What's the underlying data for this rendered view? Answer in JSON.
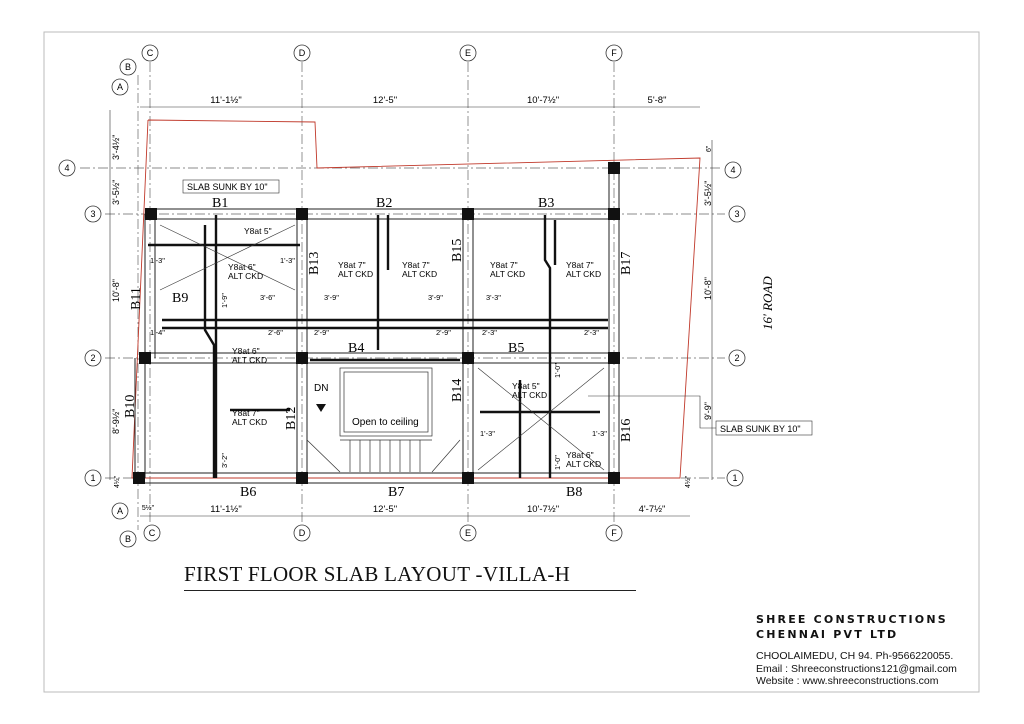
{
  "drawing": {
    "title": "FIRST FLOOR SLAB LAYOUT -VILLA-H",
    "road_label": "16' ROAD",
    "open_label": "Open to ceiling",
    "dn_label": "DN",
    "slab_sunk_label": "SLAB SUNK BY 10\"",
    "grid_letters_top": [
      "B",
      "A",
      "C",
      "D",
      "E",
      "F"
    ],
    "grid_letters_bottom": [
      "A",
      "B",
      "C",
      "D",
      "E",
      "F"
    ],
    "grid_numbers": [
      "4",
      "3",
      "2",
      "1"
    ],
    "top_dims": [
      "11'-1½\"",
      "12'-5\"",
      "10'-7½\"",
      "5'-8\""
    ],
    "bottom_dims": [
      "11'-1½\"",
      "12'-5\"",
      "10'-7½\"",
      "4'-7½\""
    ],
    "left_dims": [
      "3'-4½\"",
      "3'-5½\"",
      "10'-8\"",
      "8'-9½\"",
      "4½\""
    ],
    "right_dims": [
      "6\"",
      "3'-5½\"",
      "10'-8\"",
      "9'-9\"",
      "4½\""
    ],
    "bottom_left_small": "5½\"",
    "beams": [
      "B1",
      "B2",
      "B3",
      "B4",
      "B5",
      "B6",
      "B7",
      "B8",
      "B9",
      "B10",
      "B11",
      "B12",
      "B13",
      "B14",
      "B15",
      "B16",
      "B17"
    ],
    "rebar_notes": {
      "y8_5": "Y8at 5\"",
      "y8_6": "Y8at 6\"",
      "y8_7": "Y8at 7\"",
      "alt": "ALT CKD"
    },
    "small_dims": [
      "1'-3\"",
      "1'-9\"",
      "3'-6\"",
      "3'-9\"",
      "1'-4\"",
      "2'-6\"",
      "2'-9\"",
      "2'-3\"",
      "3'-3\"",
      "1'-0\"",
      "3'-2\"",
      "1'-3\""
    ]
  },
  "company": {
    "name_line1": "SHREE CONSTRUCTIONS",
    "name_line2": "CHENNAI PVT LTD",
    "address": "CHOOLAIMEDU, CH 94.   Ph-9566220055.",
    "email": "Email : Shreeconstructions121@gmail.com",
    "website": "Website : www.shreeconstructions.com"
  },
  "colors": {
    "line": "#1a1a1a",
    "boundary": "#c0392b",
    "grid": "#555555"
  }
}
